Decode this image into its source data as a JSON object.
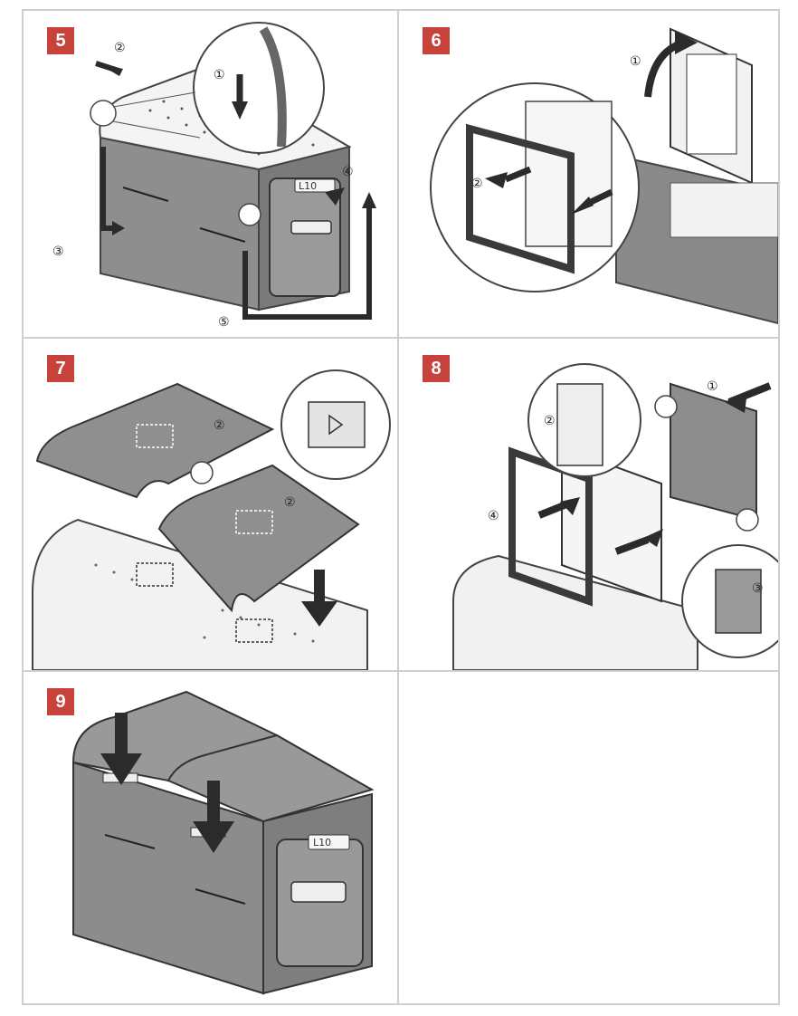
{
  "steps": [
    {
      "number": "5",
      "callouts": [
        "①",
        "②",
        "③",
        "④",
        "⑤"
      ],
      "display": "L10"
    },
    {
      "number": "6",
      "callouts": [
        "①",
        "②"
      ]
    },
    {
      "number": "7",
      "callouts": [
        "②",
        "②"
      ]
    },
    {
      "number": "8",
      "callouts": [
        "①",
        "②",
        "③",
        "④"
      ]
    },
    {
      "number": "9",
      "display": "L10"
    }
  ],
  "colors": {
    "badge": "#c8423c",
    "arrow": "#2b2b2b",
    "body": "#8a8a8a",
    "lid": "#9a9a9a"
  }
}
